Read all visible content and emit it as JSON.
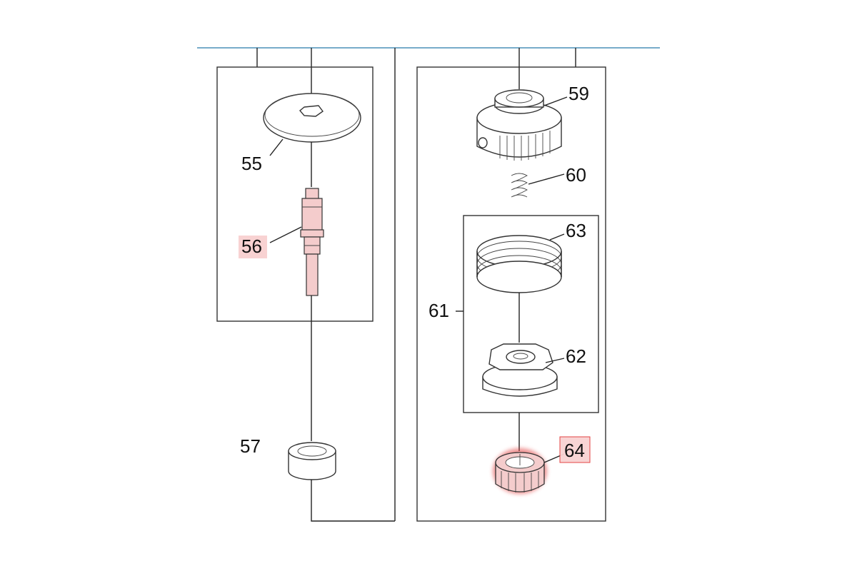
{
  "colors": {
    "header_line": "#4a90b8",
    "highlight_fill": "#f8d2d2",
    "highlight_glow": "#e23b3b"
  },
  "parts": {
    "p55": "55",
    "p56": "56",
    "p57": "57",
    "p59": "59",
    "p60": "60",
    "p61": "61",
    "p62": "62",
    "p63": "63",
    "p64": "64"
  },
  "highlighted_parts": [
    "56",
    "64"
  ]
}
